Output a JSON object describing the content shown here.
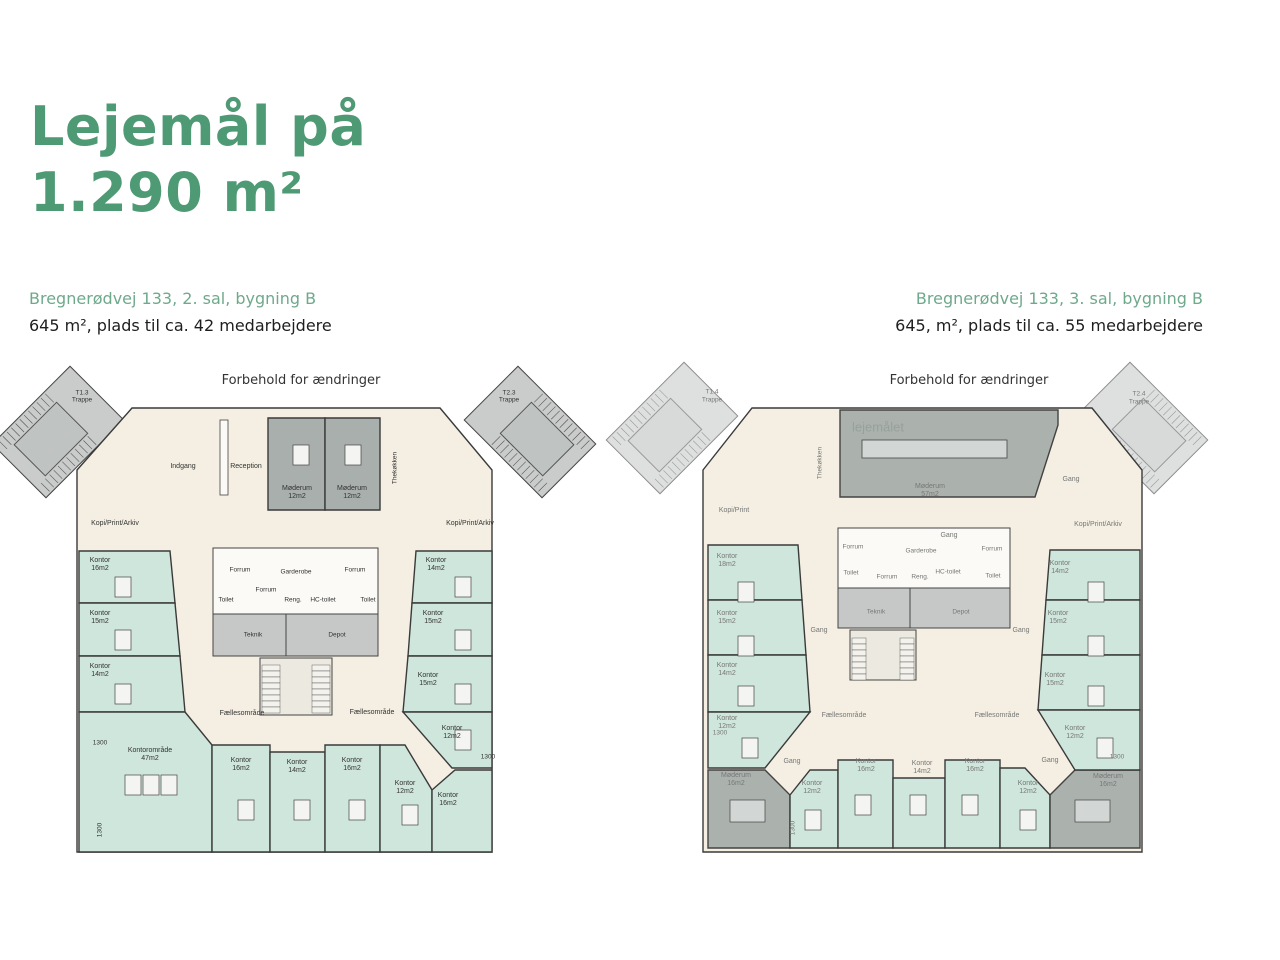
{
  "title": {
    "line1": "Lejemål på",
    "line2": "1.290 m²"
  },
  "colors": {
    "accent": "#4e9a74",
    "office": "#cfe6dc",
    "meeting": "#a8afac",
    "floor": "#f4efe2"
  },
  "plans": [
    {
      "address": "Bregnerødvej 133, 2. sal, bygning B",
      "summary": "645 m², plads til ca. 42 medarbejdere",
      "note": "Forbehold for ændringer",
      "rooms": [
        {
          "name": "Kontor",
          "area": "16m2"
        },
        {
          "name": "Kontor",
          "area": "15m2"
        },
        {
          "name": "Kontor",
          "area": "14m2"
        },
        {
          "name": "Kontorområde",
          "area": "47m2"
        },
        {
          "name": "Kontor",
          "area": "16m2"
        },
        {
          "name": "Kontor",
          "area": "14m2"
        },
        {
          "name": "Kontor",
          "area": "16m2"
        },
        {
          "name": "Kontor",
          "area": "12m2"
        },
        {
          "name": "Kontor",
          "area": "16m2"
        },
        {
          "name": "Kontor",
          "area": "14m2"
        },
        {
          "name": "Kontor",
          "area": "15m2"
        },
        {
          "name": "Kontor",
          "area": "15m2"
        },
        {
          "name": "Kontor",
          "area": "12m2"
        },
        {
          "name": "Møderum",
          "area": "12m2"
        },
        {
          "name": "Møderum",
          "area": "12m2"
        }
      ],
      "labels": {
        "stair_left": "T1.3",
        "stair_left_sub": "Trappe",
        "stair_right": "T2.3",
        "stair_right_sub": "Trappe",
        "entrance": "Indgang",
        "reception": "Reception",
        "kitchen": "Thekøkken",
        "copy_left": "Kopi/Print/Arkiv",
        "copy_right": "Kopi/Print/Arkiv",
        "common_left": "Fællesområde",
        "common_right": "Fællesområde",
        "tech": "Teknik",
        "storage": "Depot",
        "wardrobe": "Garderobe",
        "lobby1": "Forrum",
        "lobby2": "Forrum",
        "lobby3": "Forrum",
        "toilet1": "Toilet",
        "toilet2": "Toilet",
        "hc_toilet": "HC-toilet",
        "cleaning": "Reng.",
        "dim1": "1300",
        "dim2": "1300",
        "dim3": "1300"
      }
    },
    {
      "address": "Bregnerødvej 133, 3. sal, bygning B",
      "summary": "645, m², plads til ca. 55 medarbejdere",
      "note": "Forbehold for ændringer",
      "rooms": [
        {
          "name": "Kontor",
          "area": "18m2"
        },
        {
          "name": "Kontor",
          "area": "15m2"
        },
        {
          "name": "Kontor",
          "area": "14m2"
        },
        {
          "name": "Kontor",
          "area": "12m2"
        },
        {
          "name": "Møderum",
          "area": "16m2"
        },
        {
          "name": "Kontor",
          "area": "12m2"
        },
        {
          "name": "Kontor",
          "area": "16m2"
        },
        {
          "name": "Kontor",
          "area": "14m2"
        },
        {
          "name": "Kontor",
          "area": "16m2"
        },
        {
          "name": "Kontor",
          "area": "12m2"
        },
        {
          "name": "Møderum",
          "area": "16m2"
        },
        {
          "name": "Kontor",
          "area": "14m2"
        },
        {
          "name": "Kontor",
          "area": "15m2"
        },
        {
          "name": "Kontor",
          "area": "15m2"
        },
        {
          "name": "Kontor",
          "area": "12m2"
        },
        {
          "name": "Møderum",
          "area": "57m2"
        }
      ],
      "labels": {
        "stair_left": "T1.4",
        "stair_left_sub": "Trappe",
        "stair_right": "T2.4",
        "stair_right_sub": "Trappe",
        "watermark": "lejemålet",
        "kitchen": "Thekøkken",
        "copy_left": "Kopi/Print",
        "copy_right": "Kopi/Print/Arkiv",
        "gang1": "Gang",
        "gang2": "Gang",
        "gang3": "Gang",
        "gang4": "Gang",
        "gang5": "Gang",
        "gang6": "Gang",
        "common_left": "Fællesområde",
        "common_right": "Fællesområde",
        "tech": "Teknik",
        "storage": "Depot",
        "wardrobe": "Garderobe",
        "lobby1": "Forrum",
        "lobby2": "Forrum",
        "lobby3": "Forrum",
        "toilet1": "Toilet",
        "toilet2": "Toilet",
        "hc_toilet": "HC-toilet",
        "cleaning": "Reng.",
        "dim1": "1300",
        "dim2": "1300",
        "dim3": "1300"
      }
    }
  ]
}
